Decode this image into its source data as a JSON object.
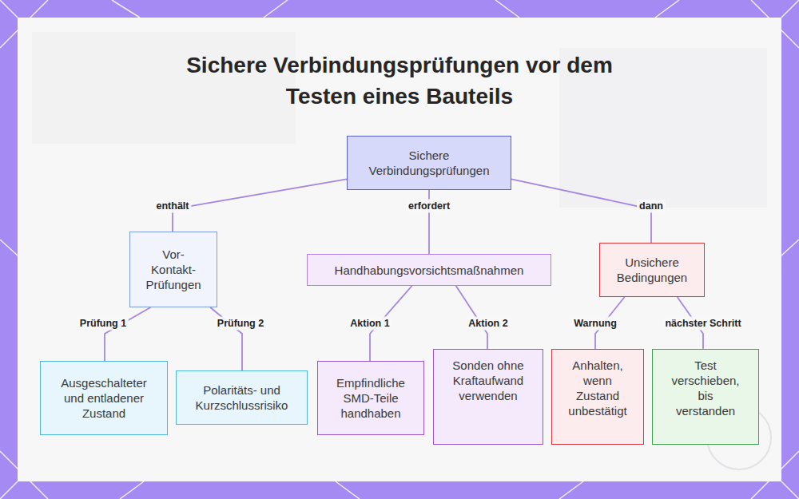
{
  "diagram": {
    "title": "Sichere Verbindungsprüfungen vor dem Testen eines Bauteils",
    "nodes": [
      {
        "text": [
          "Sichere Verbindungsprüfungen"
        ]
      },
      {
        "text": [
          "Vor- Kontakt- Prüfungen"
        ]
      },
      {
        "text": [
          "Handhabungsvorsichtsmaßnahmen"
        ]
      },
      {
        "text": [
          "Unsichere Bedingungen"
        ]
      },
      {
        "text": [
          "Ausgeschalteter und entladener Zustand"
        ]
      },
      {
        "text": [
          "Polaritäts- und Kurzschlussrisiko"
        ]
      },
      {
        "text": [
          "Empfindliche SMD-Teile handhaben"
        ]
      },
      {
        "text": [
          "Sonden ohne Kraftaufwand verwenden"
        ]
      },
      {
        "text": [
          "Anhalten, wenn Zustand unbestätigt"
        ]
      },
      {
        "text": [
          "Test verschieben, bis verstanden"
        ]
      }
    ],
    "edges": [
      {
        "from": 0,
        "to": 1,
        "label": "enthält",
        "arrow": "none"
      },
      {
        "from": 0,
        "to": 2,
        "label": "erfordert",
        "arrow": "none"
      },
      {
        "from": 0,
        "to": 3,
        "label": "dann",
        "arrow": "none"
      },
      {
        "from": 1,
        "to": 4,
        "label": "Prüfung 1",
        "arrow": "none"
      },
      {
        "from": 1,
        "to": 5,
        "label": "Prüfung 2",
        "arrow": "none"
      },
      {
        "from": 2,
        "to": 6,
        "label": "Aktion 1",
        "arrow": "none"
      },
      {
        "from": 2,
        "to": 7,
        "label": "Aktion 2",
        "arrow": "none"
      },
      {
        "from": 3,
        "to": 8,
        "label": "Warnung",
        "arrow": "none"
      },
      {
        "from": 3,
        "to": 9,
        "label": "nächster Schritt",
        "arrow": "none"
      }
    ]
  }
}
